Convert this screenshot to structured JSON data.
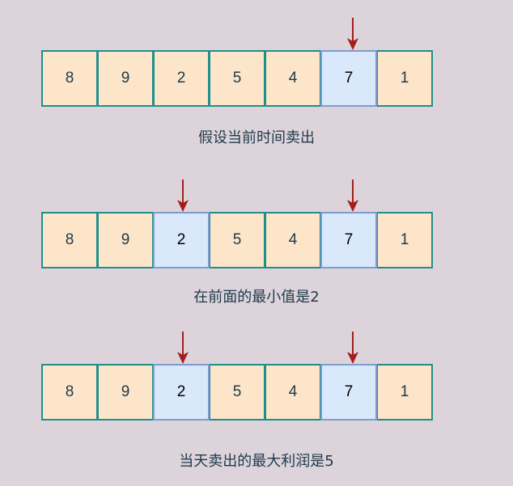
{
  "colors": {
    "cell_fill": "#fce5c8",
    "cell_border": "#1f8f8c",
    "highlight_fill": "#dae8fc",
    "highlight_border": "#7d9bcf",
    "arrow": "#a31d1d"
  },
  "diagrams": [
    {
      "values": [
        "8",
        "9",
        "2",
        "5",
        "4",
        "7",
        "1"
      ],
      "highlighted": [
        5
      ],
      "arrows": [
        5
      ],
      "caption": "假设当前时间卖出"
    },
    {
      "values": [
        "8",
        "9",
        "2",
        "5",
        "4",
        "7",
        "1"
      ],
      "highlighted": [
        2,
        5
      ],
      "arrows": [
        2,
        5
      ],
      "caption": "在前面的最小值是2"
    },
    {
      "values": [
        "8",
        "9",
        "2",
        "5",
        "4",
        "7",
        "1"
      ],
      "highlighted": [
        2,
        5
      ],
      "arrows": [
        2,
        5
      ],
      "caption": "当天卖出的最大利润是5"
    }
  ]
}
